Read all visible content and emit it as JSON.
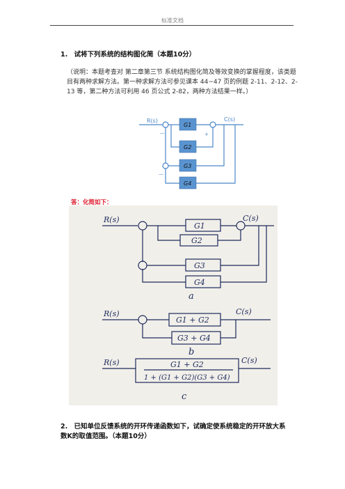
{
  "header": {
    "title": "标准文档"
  },
  "question1": {
    "number": "1.",
    "title": "试将下列系统的结构图化简（本题10分）",
    "note": "（说明：本题考查对 第二章第三节 系统结构图化简及等效变换的掌握程度，该类题目有两种求解方法。第一种求解方法可参见课本 44~47 页的例题 2-11、2-12、2-13 等，第二种方法可利用 46 页公式 2-82，两种方法结果一样。）"
  },
  "diagram": {
    "input_label": "R(s)",
    "output_label": "C(s)",
    "blocks": [
      "G1",
      "G2",
      "G3",
      "G4"
    ],
    "signs": [
      "—",
      "+",
      "—"
    ]
  },
  "answer": {
    "label": "答：化简如下："
  },
  "handwritten": {
    "a": {
      "input": "R(s)",
      "output": "C(s)",
      "blocks": [
        "G1",
        "G2",
        "G3",
        "G4"
      ],
      "caption": "a"
    },
    "b": {
      "input": "R(s)",
      "output": "C(s)",
      "blocks": [
        "G1 + G2",
        "G3 + G4"
      ],
      "caption": "b"
    },
    "c": {
      "input": "R(s)",
      "output": "C(s)",
      "numerator": "G1 + G2",
      "denominator": "1 + (G1 + G2)(G3 + G4)",
      "caption": "c"
    }
  },
  "question2": {
    "number": "2.",
    "title": "已知单位反馈系统的开环传递函数如下，试确定使系统稳定的开环放大系数K的取值范围。（本题10分）"
  }
}
